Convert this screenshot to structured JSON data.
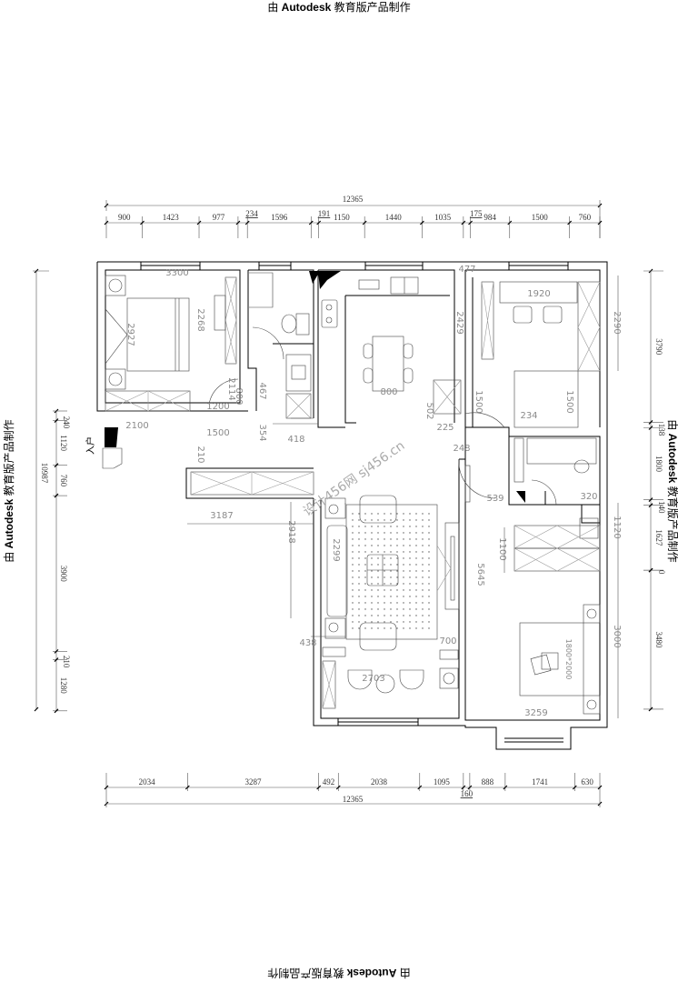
{
  "watermark": {
    "prefix": "由 ",
    "brand": "Autodesk",
    "suffix": " 教育版产品制作"
  },
  "site_watermark": "设计456网 sj456.cn",
  "entrance_label": "入户",
  "dimensions": {
    "top": {
      "total": "12365",
      "segments": [
        900,
        1423,
        977,
        234,
        1596,
        191,
        1150,
        1440,
        1035,
        175,
        984,
        1500,
        760
      ]
    },
    "bottom": {
      "total": "12365",
      "segments": [
        2034,
        3287,
        492,
        2038,
        1095,
        160,
        888,
        1741,
        630
      ]
    },
    "left": {
      "total": "10987",
      "segments": [
        240,
        1120,
        760,
        3900,
        210,
        1280
      ]
    },
    "right": {
      "segments": [
        3790,
        138,
        1800,
        140,
        1627,
        0,
        3480
      ]
    },
    "right_inner": {
      "segments": [
        "2290",
        "1120",
        "3000"
      ]
    }
  },
  "annotations": {
    "bed1_width": "3300",
    "bed1_wardrobe": "2268",
    "bed1_bed": "2927",
    "bed1_door": "2114",
    "bed1_door2": "800",
    "corr_467": "467",
    "door_1200": "1200",
    "cab_2100": "2100",
    "hall_1500": "1500",
    "corr_354": "354",
    "gap_210": "210",
    "kitchen_418": "418",
    "dining_800": "800",
    "fridge_502": "502",
    "wall_2429": "2429",
    "top_477": "477",
    "desk_1920": "1920",
    "door_1500": "1500",
    "gap_234": "234",
    "bed2_1500": "1500",
    "gap_225": "225",
    "gap_248": "248",
    "bath_539": "539",
    "basin_320": "320",
    "wardrobe_1100": "1100",
    "living_5645": "5645",
    "cabinet_3187": "3187",
    "sofa_2918": "2918",
    "sofa_2299": "2299",
    "gap_438": "438",
    "gap_700": "700",
    "balcony_2703": "2703",
    "bed_size": "1800*2000",
    "bed3_3259": "3259"
  }
}
